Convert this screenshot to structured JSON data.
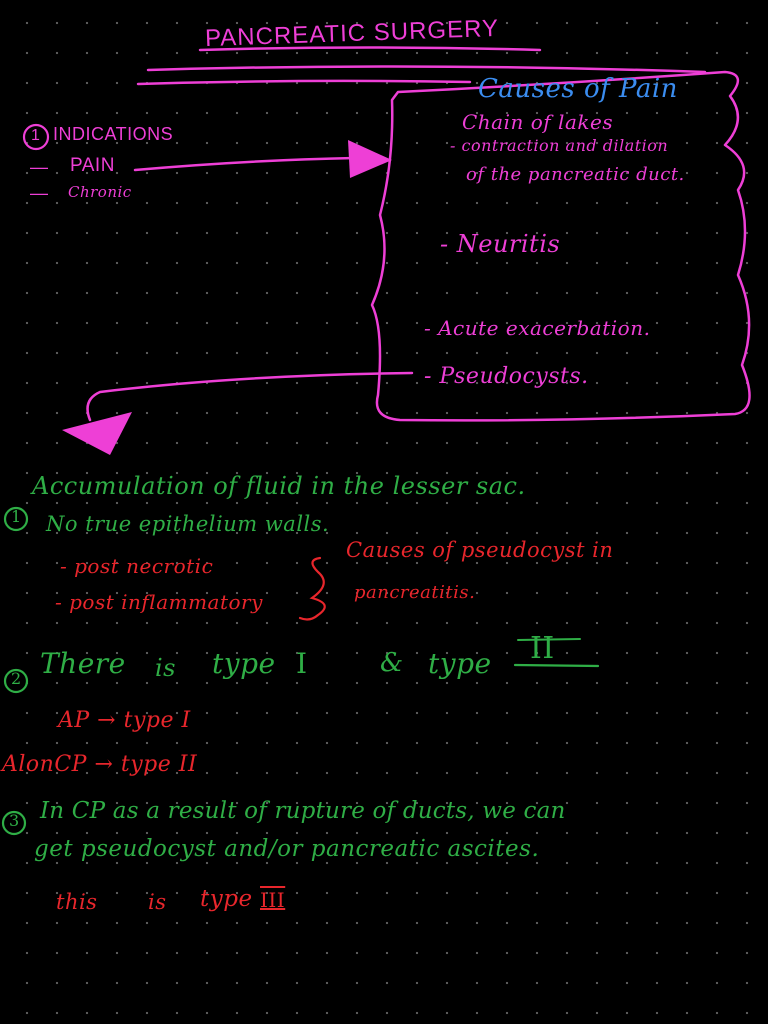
{
  "colors": {
    "magenta": "#ee3fd6",
    "blue": "#3b8df0",
    "green": "#2fae46",
    "red": "#e8262c"
  },
  "title": "PANCREATIC SURGERY",
  "indications": {
    "heading": "INDICATIONS",
    "number": "1",
    "items": [
      "PAIN",
      "Chronic"
    ]
  },
  "causes_box": {
    "heading": "Causes of Pain",
    "lines": [
      "Chain of lakes",
      "- contraction and dilation",
      "of the pancreatic duct.",
      "- Neuritis",
      "- Acute exacerbation.",
      "- Pseudocysts."
    ]
  },
  "section1": {
    "number": "1",
    "lines": [
      "Accumulation of fluid in the lesser sac.",
      "No true epithelium walls."
    ],
    "red_items": [
      "- post necrotic",
      "- post inflammatory"
    ],
    "brace_note": [
      "Causes of pseudocyst in",
      "pancreatitis."
    ]
  },
  "section2": {
    "number": "2",
    "line_parts": [
      "There",
      "is",
      "type",
      "I",
      "&",
      "type",
      "II"
    ],
    "red_lines": [
      "AP → type I",
      "AlonCP → type II"
    ]
  },
  "section3": {
    "number": "3",
    "lines": [
      "In CP as a result of rupture of ducts, we can",
      "get pseudocyst and/or pancreatic ascites."
    ],
    "red_line": [
      "this",
      "is",
      "type",
      "III"
    ]
  }
}
